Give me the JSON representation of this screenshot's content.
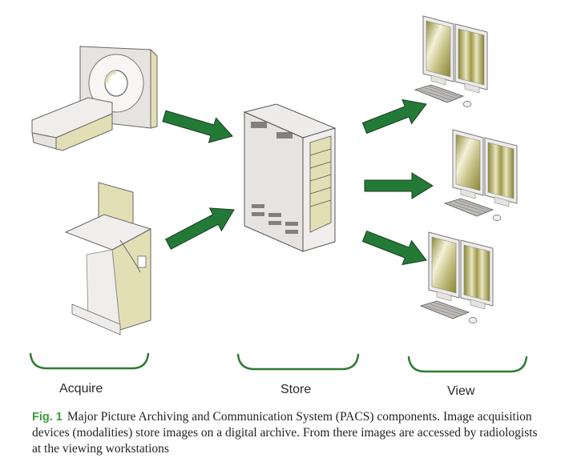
{
  "diagram": {
    "title": "PACS components",
    "stages": [
      {
        "id": "acquire",
        "label": "Acquire",
        "devices": [
          "CT scanner",
          "Ultrasound machine"
        ]
      },
      {
        "id": "store",
        "label": "Store",
        "devices": [
          "Digital archive server"
        ]
      },
      {
        "id": "view",
        "label": "View",
        "devices": [
          "Viewing workstation 1",
          "Viewing workstation 2",
          "Viewing workstation 3"
        ]
      }
    ],
    "arrows": [
      {
        "from": "CT scanner",
        "to": "Digital archive server"
      },
      {
        "from": "Ultrasound machine",
        "to": "Digital archive server"
      },
      {
        "from": "Digital archive server",
        "to": "Viewing workstation 1"
      },
      {
        "from": "Digital archive server",
        "to": "Viewing workstation 2"
      },
      {
        "from": "Digital archive server",
        "to": "Viewing workstation 3"
      }
    ],
    "colors": {
      "arrow_fill": "#237a37",
      "bracket": "#2f7a32",
      "device_body": "#e6e3e1",
      "device_accent": "#e3dfb5",
      "screen_tint": "#b7b26b"
    }
  },
  "caption": {
    "label": "Fig. 1",
    "text": "Major Picture Archiving and Communication System (PACS) components. Image acquisition devices (modalities) store images on a digital archive. From there images are accessed by radiologists at the viewing workstations",
    "label_color": "#3a9a3a"
  }
}
